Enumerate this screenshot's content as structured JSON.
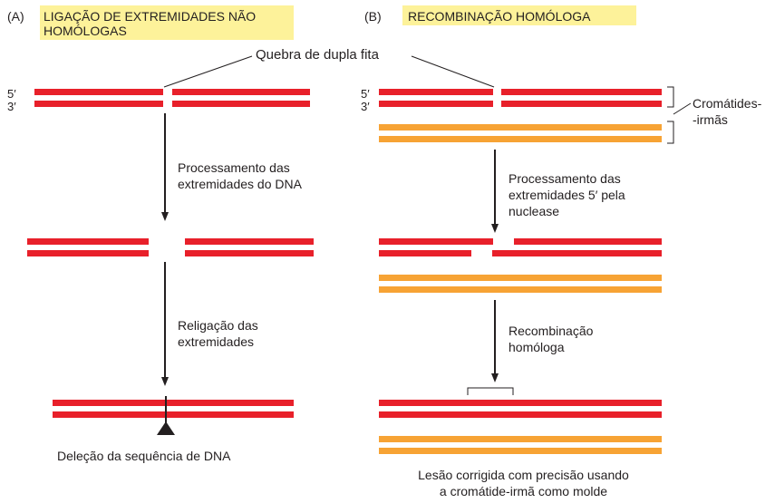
{
  "panel_a": {
    "letter": "(A)",
    "title_line1": "LIGAÇÃO DE EXTREMIDADES NÃO",
    "title_line2": "HOMÓLOGAS",
    "end5": "5′",
    "end3": "3′",
    "step1": [
      "Processamento das",
      "extremidades do DNA"
    ],
    "step2": [
      "Religação das",
      "extremidades"
    ],
    "result": "Deleção da sequência de DNA"
  },
  "panel_b": {
    "letter": "(B)",
    "title": "RECOMBINAÇÃO HOMÓLOGA",
    "end5": "5′",
    "end3": "3′",
    "sister_label": [
      "Cromátides-",
      "-irmãs"
    ],
    "step1": [
      "Processamento das",
      "extremidades 5′ pela",
      "nuclease"
    ],
    "step2": [
      "Recombinação",
      "homóloga"
    ],
    "result": [
      "Lesão corrigida com precisão usando",
      "a cromátide-irmã como molde"
    ]
  },
  "break_label": "Quebra de dupla fita",
  "colors": {
    "dna": "#e8202a",
    "sister_dna": "#f7a334",
    "highlight": "#fdf29a"
  }
}
